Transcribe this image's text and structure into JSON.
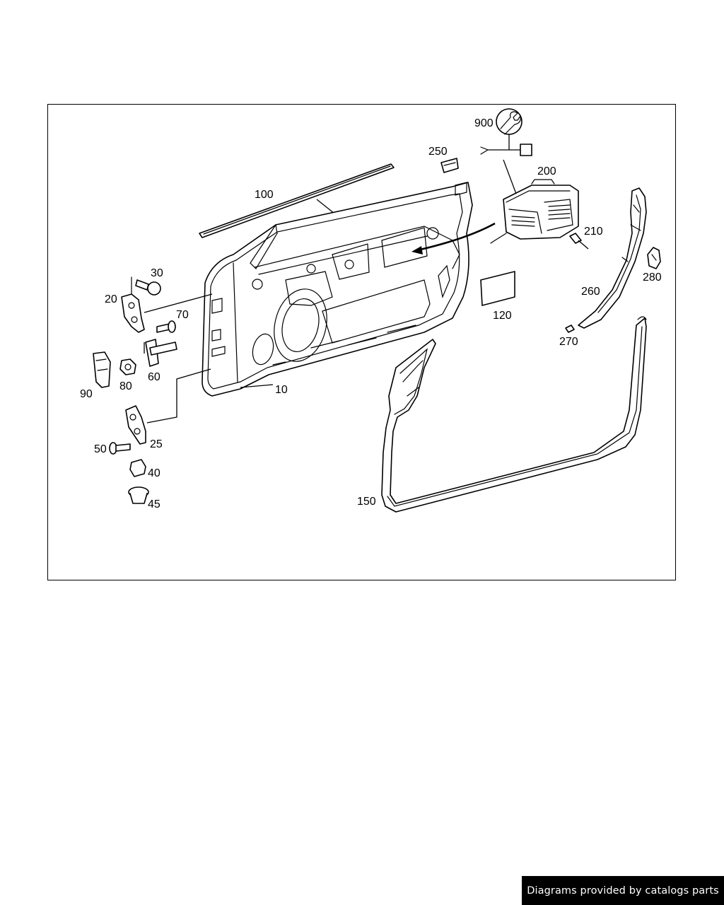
{
  "diagram": {
    "labels": {
      "p10": "10",
      "p20": "20",
      "p25": "25",
      "p30": "30",
      "p40": "40",
      "p45": "45",
      "p50": "50",
      "p60": "60",
      "p70": "70",
      "p80": "80",
      "p90": "90",
      "p100": "100",
      "p120": "120",
      "p150": "150",
      "p200": "200",
      "p210": "210",
      "p250": "250",
      "p260": "260",
      "p270": "270",
      "p280": "280",
      "p900": "900"
    }
  },
  "footer": {
    "credit": "Diagrams provided by catalogs parts"
  }
}
